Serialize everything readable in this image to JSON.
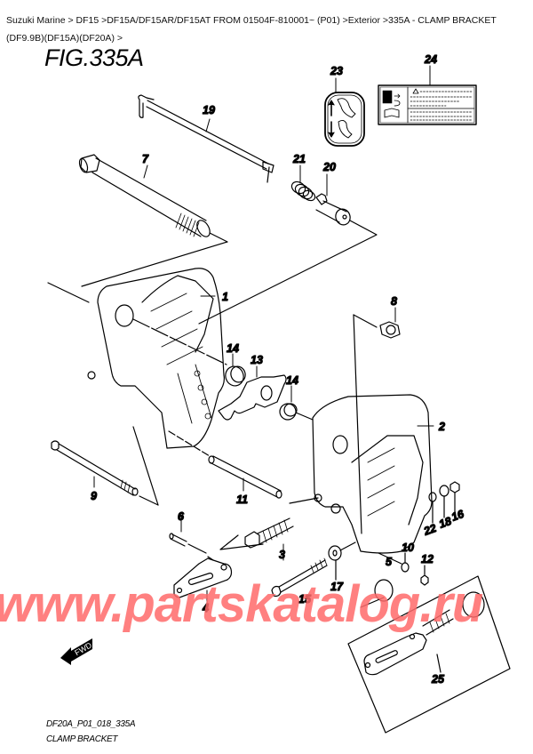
{
  "breadcrumb": {
    "items": [
      {
        "label": "Suzuki Marine"
      },
      {
        "label": "DF15"
      },
      {
        "label": "DF15A/DF15AR/DF15AT FROM 01504F-810001~ (P01)"
      },
      {
        "label": "Exterior"
      },
      {
        "label": "335A - CLAMP BRACKET (DF9.9B)(DF15A)(DF20A)"
      }
    ],
    "separator": ">",
    "line1": "Suzuki Marine > DF15 >DF15A/DF15AR/DF15AT FROM 01504F-810001~ (P01) >Exterior >335A - CLAMP BRACKET",
    "line2": "(DF9.9B)(DF15A)(DF20A) >"
  },
  "figure": {
    "title": "FIG.335A",
    "code": "DF20A_P01_018_335A",
    "caption": "CLAMP BRACKET",
    "fwd_label": "FWD",
    "watermark": "www.partskatalog.ru",
    "watermark_color": "#ff6b6b"
  },
  "callouts": {
    "c1": "1",
    "c2": "2",
    "c3": "3",
    "c4": "4",
    "c5": "5",
    "c6": "6",
    "c7": "7",
    "c8": "8",
    "c9": "9",
    "c10": "10",
    "c11": "11",
    "c12": "12",
    "c13": "13",
    "c14a": "14",
    "c14b": "14",
    "c15": "15",
    "c16": "16",
    "c17": "17",
    "c18": "18",
    "c19": "19",
    "c20": "20",
    "c21": "21",
    "c22": "22",
    "c23": "23",
    "c24": "24",
    "c25": "25"
  }
}
